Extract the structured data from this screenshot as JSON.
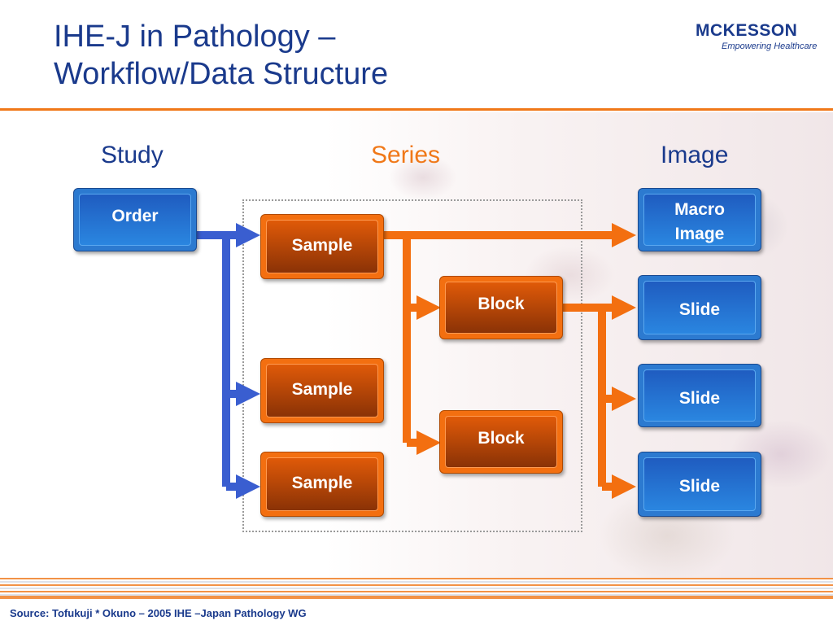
{
  "slide": {
    "title_line1": "IHE-J in Pathology –",
    "title_line2": "Workflow/Data Structure",
    "source": "Source: Tofukuji * Okuno – 2005 IHE –Japan Pathology WG"
  },
  "logo": {
    "name": "MCKESSON",
    "tagline": "Empowering Healthcare"
  },
  "columns": {
    "study": "Study",
    "series": "Series",
    "image": "Image"
  },
  "boxes": {
    "order": "Order",
    "sample1": "Sample",
    "sample2": "Sample",
    "sample3": "Sample",
    "block1": "Block",
    "block2": "Block",
    "macro_line1": "Macro",
    "macro_line2": "Image",
    "slide1": "Slide",
    "slide2": "Slide",
    "slide3": "Slide"
  },
  "colors": {
    "blue": "#1a3a8c",
    "box_blue": "#2a86e0",
    "orange": "#f07818",
    "connector_blue": "#3a5ed0"
  }
}
